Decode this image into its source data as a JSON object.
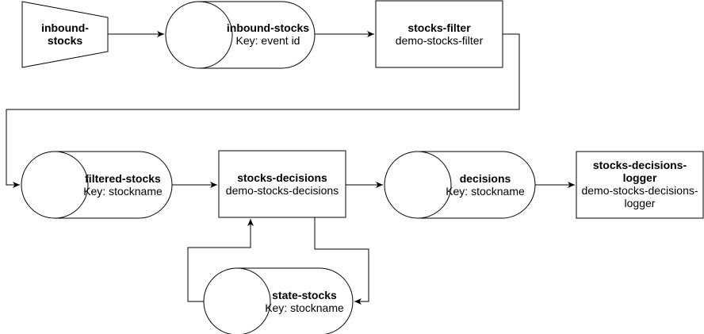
{
  "nodes": {
    "inbound_stocks_source": {
      "title": "inbound-stocks",
      "sub": ""
    },
    "inbound_stocks_topic": {
      "title": "inbound-stocks",
      "sub": "Key: event id"
    },
    "stocks_filter": {
      "title": "stocks-filter",
      "sub": "demo-stocks-filter"
    },
    "filtered_stocks": {
      "title": "filtered-stocks",
      "sub": "Key: stockname"
    },
    "stocks_decisions": {
      "title": "stocks-decisions",
      "sub": "demo-stocks-decisions"
    },
    "decisions": {
      "title": "decisions",
      "sub": "Key: stockname"
    },
    "stocks_decisions_logger": {
      "title": "stocks-decisions-logger",
      "sub": "demo-stocks-decisions-logger"
    },
    "state_stocks": {
      "title": "state-stocks",
      "sub": "Key: stockname"
    }
  },
  "colors": {
    "stroke": "#000000",
    "fill": "#ffffff"
  }
}
